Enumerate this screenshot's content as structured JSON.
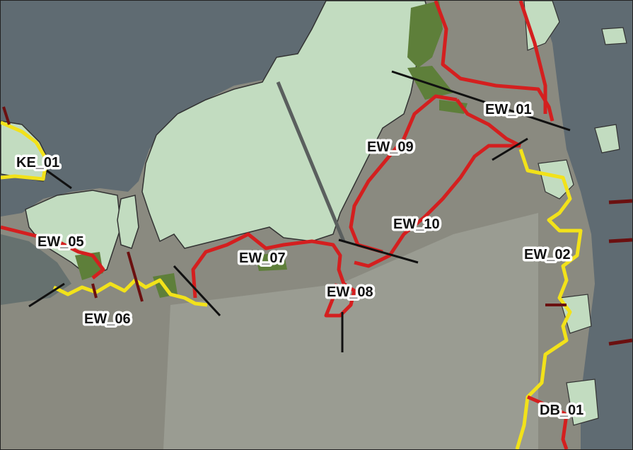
{
  "map": {
    "colors": {
      "water": "#5f6b72",
      "land_woodland": "#8a8a80",
      "land_settlement": "#9a9c92",
      "reed_polygon": "#c2dcc0",
      "reed_dense": "#5e7f3a",
      "line_primary": "#d41f1f",
      "line_secondary": "#f2e21a",
      "section_divider": "#111111",
      "transect": "#6b1010"
    },
    "labels": {
      "ew_01": "EW_01",
      "ew_02": "EW_02",
      "ew_05": "EW_05",
      "ew_06": "EW_06",
      "ew_07": "EW_07",
      "ew_08": "EW_08",
      "ew_09": "EW_09",
      "ew_10": "EW_10",
      "ke_01": "KE_01",
      "db_01": "DB_01"
    }
  }
}
